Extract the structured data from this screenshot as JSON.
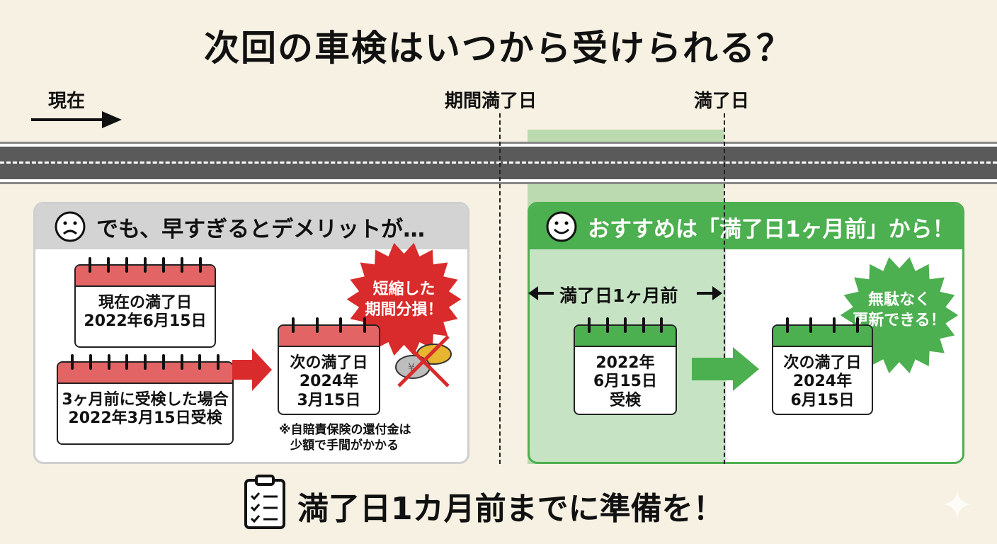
{
  "title": "次回の車検はいつから受けられる？",
  "timeline": {
    "now": "現在",
    "period_end": "期間満了日",
    "expiry": "満了日"
  },
  "left_panel": {
    "heading": "でも、早すぎるとデメリットが…",
    "cal_current": [
      "現在の満了日",
      "2022年6月15日"
    ],
    "cal_early": [
      "3ヶ月前に受検した場合",
      "2022年3月15日受検"
    ],
    "cal_next": [
      "次の満了日",
      "2024年",
      "3月15日"
    ],
    "burst": [
      "短縮した",
      "期間分損！"
    ],
    "note": [
      "※自賠責保険の還付金は",
      "少額で手間がかかる"
    ],
    "accent": "#e0302c"
  },
  "right_panel": {
    "heading": "おすすめは「満了日1ヶ月前」から！",
    "range_label": "満了日1ヶ月前",
    "cal_exam": [
      "2022年",
      "6月15日",
      "受検"
    ],
    "cal_next": [
      "次の満了日",
      "2024年",
      "6月15日"
    ],
    "burst": [
      "無駄なく",
      "更新できる！"
    ],
    "accent": "#4caf50"
  },
  "footer": {
    "text": "満了日1カ月前までに準備を！",
    "icon": "clipboard-checklist-icon"
  }
}
